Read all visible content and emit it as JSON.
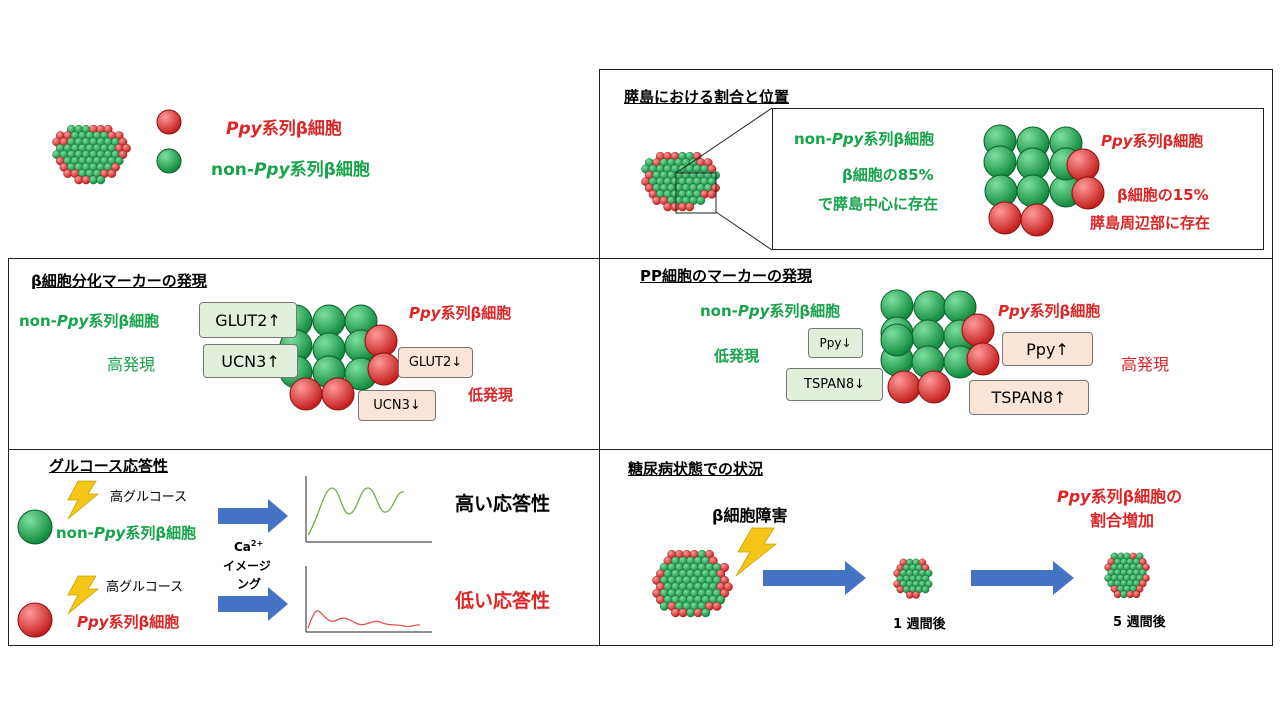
{
  "legend": {
    "ppy_label": "系列β細胞",
    "nonppy_label": "系列β細胞",
    "italic": "Ppy",
    "non_prefix": "non-"
  },
  "panel_location": {
    "title": "膵島における割合と位置",
    "nonppy_label": "系列β細胞",
    "nonppy_desc_1": "β細胞の85%",
    "nonppy_desc_2": "で膵島中心に存在",
    "ppy_label": "系列β細胞",
    "ppy_desc_1": "β細胞の15%",
    "ppy_desc_2": "膵島周辺部に存在"
  },
  "panel_beta": {
    "title": "β細胞分化マーカーの発現",
    "nonppy_label": "系列β細胞",
    "ppy_label": "系列β細胞",
    "high": "高発現",
    "low": "低発現",
    "glut2_up": "GLUT2↑",
    "ucn3_up": "UCN3↑",
    "glut2_down": "GLUT2↓",
    "ucn3_down": "UCN3↓"
  },
  "panel_pp": {
    "title": "PP細胞のマーカーの発現",
    "nonppy_label": "系列β細胞",
    "ppy_label": "系列β細胞",
    "low": "低発現",
    "high": "高発現",
    "ppy_down": "Ppy↓",
    "tspan8_down": "TSPAN8↓",
    "ppy_up": "Ppy↑",
    "tspan8_up": "TSPAN8↑"
  },
  "panel_glucose": {
    "title": "グルコース応答性",
    "high_glucose_1": "高グルコース",
    "high_glucose_2": "高グルコース",
    "nonppy_label": "系列β細胞",
    "ppy_label": "系列β細胞",
    "ca_base": "Ca",
    "ca_sup": "2+",
    "imaging_1": "イメージ",
    "imaging_2": "ング",
    "high_resp": "高い応答性",
    "low_resp": "低い応答性"
  },
  "panel_diabetes": {
    "title": "糖尿病状態での状況",
    "injury": "β細胞障害",
    "increase_1": "系列β細胞の",
    "increase_2": "割合増加",
    "week1": "1 週間後",
    "week5": "5 週間後"
  },
  "colors": {
    "green": "#16a34a",
    "red": "#dc2626",
    "arrow": "#4472c4",
    "bolt": "#f5c518"
  }
}
